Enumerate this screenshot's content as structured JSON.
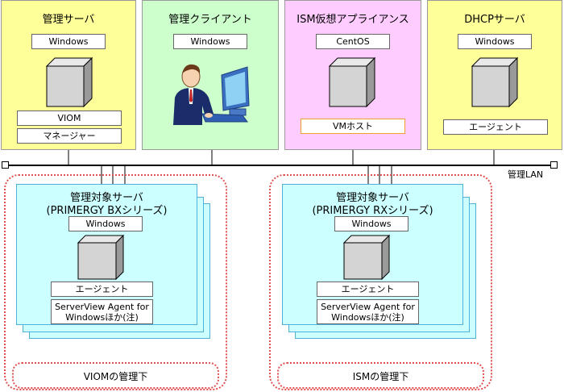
{
  "top_servers": [
    {
      "title": "管理サーバ",
      "os": "Windows",
      "labels": [
        "VIOM",
        "マネージャー"
      ],
      "color": "#ffff99"
    },
    {
      "title": "管理クライアント",
      "os": "Windows",
      "labels": [],
      "color": "#ccffcc"
    },
    {
      "title": "ISM仮想アプライアンス",
      "os": "CentOS",
      "labels": [
        "VMホスト"
      ],
      "color": "#ffccff"
    },
    {
      "title": "DHCPサーバ",
      "os": "Windows",
      "labels": [
        "エージェント"
      ],
      "color": "#ffff99"
    }
  ],
  "network_label": "管理LAN",
  "managed_groups": [
    {
      "title_line1": "管理対象サーバ",
      "title_line2": "(PRIMERGY BXシリーズ)",
      "os": "Windows",
      "agent": "エージェント",
      "software": "ServerView Agent for Windowsほか(注)",
      "scope": "VIOMの管理下"
    },
    {
      "title_line1": "管理対象サーバ",
      "title_line2": "(PRIMERGY RXシリーズ)",
      "os": "Windows",
      "agent": "エージェント",
      "software": "ServerView Agent for Windowsほか(注)",
      "scope": "ISMの管理下"
    }
  ]
}
